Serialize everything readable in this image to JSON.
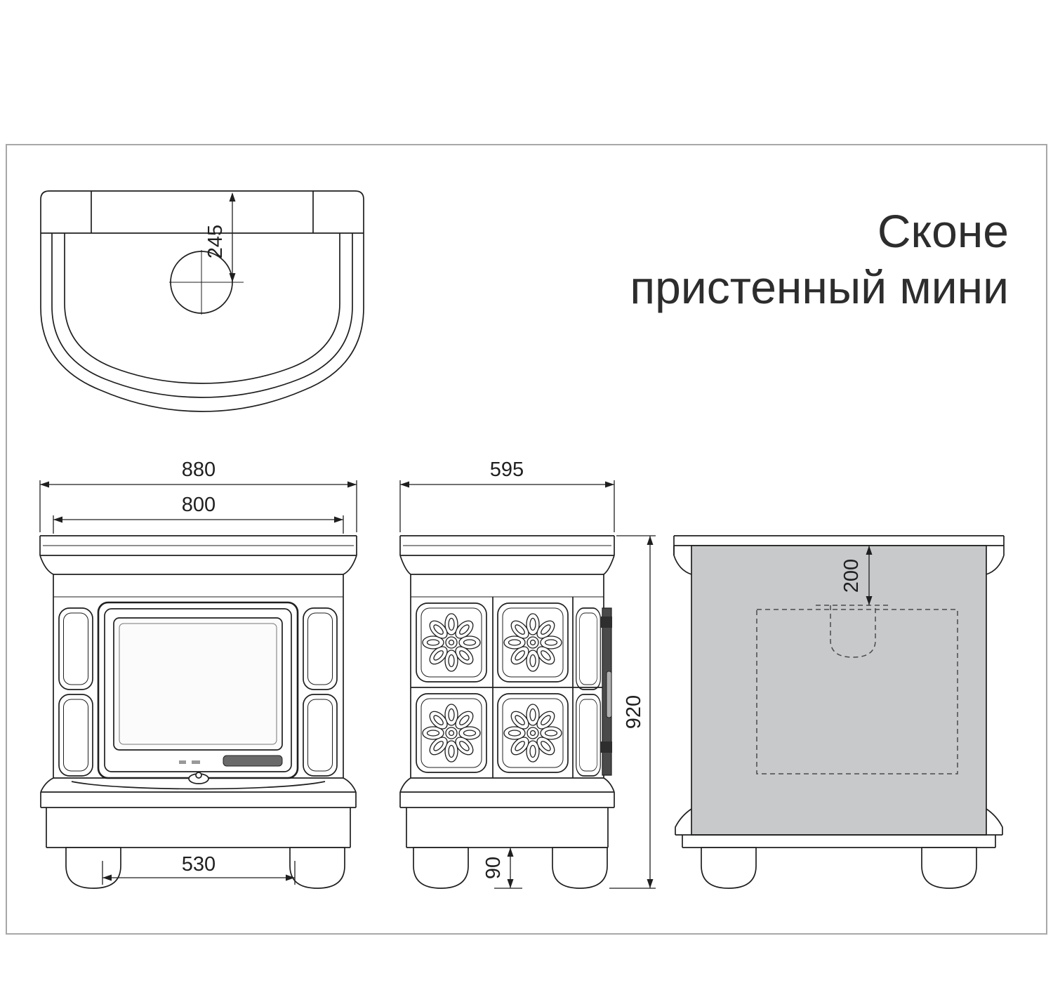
{
  "page": {
    "title_line1": "Сконе",
    "title_line2": "пристенный мини"
  },
  "dims": {
    "top_flue_offset": "245",
    "front_outer_width": "880",
    "front_body_width": "800",
    "front_feet_span": "530",
    "side_depth": "595",
    "overall_height": "920",
    "foot_height": "90",
    "rear_flue_offset": "200"
  },
  "colors": {
    "line": "#1f1f1f",
    "rear_panel_fill": "#c7c9ca",
    "frame_border": "#a8a8a8"
  }
}
